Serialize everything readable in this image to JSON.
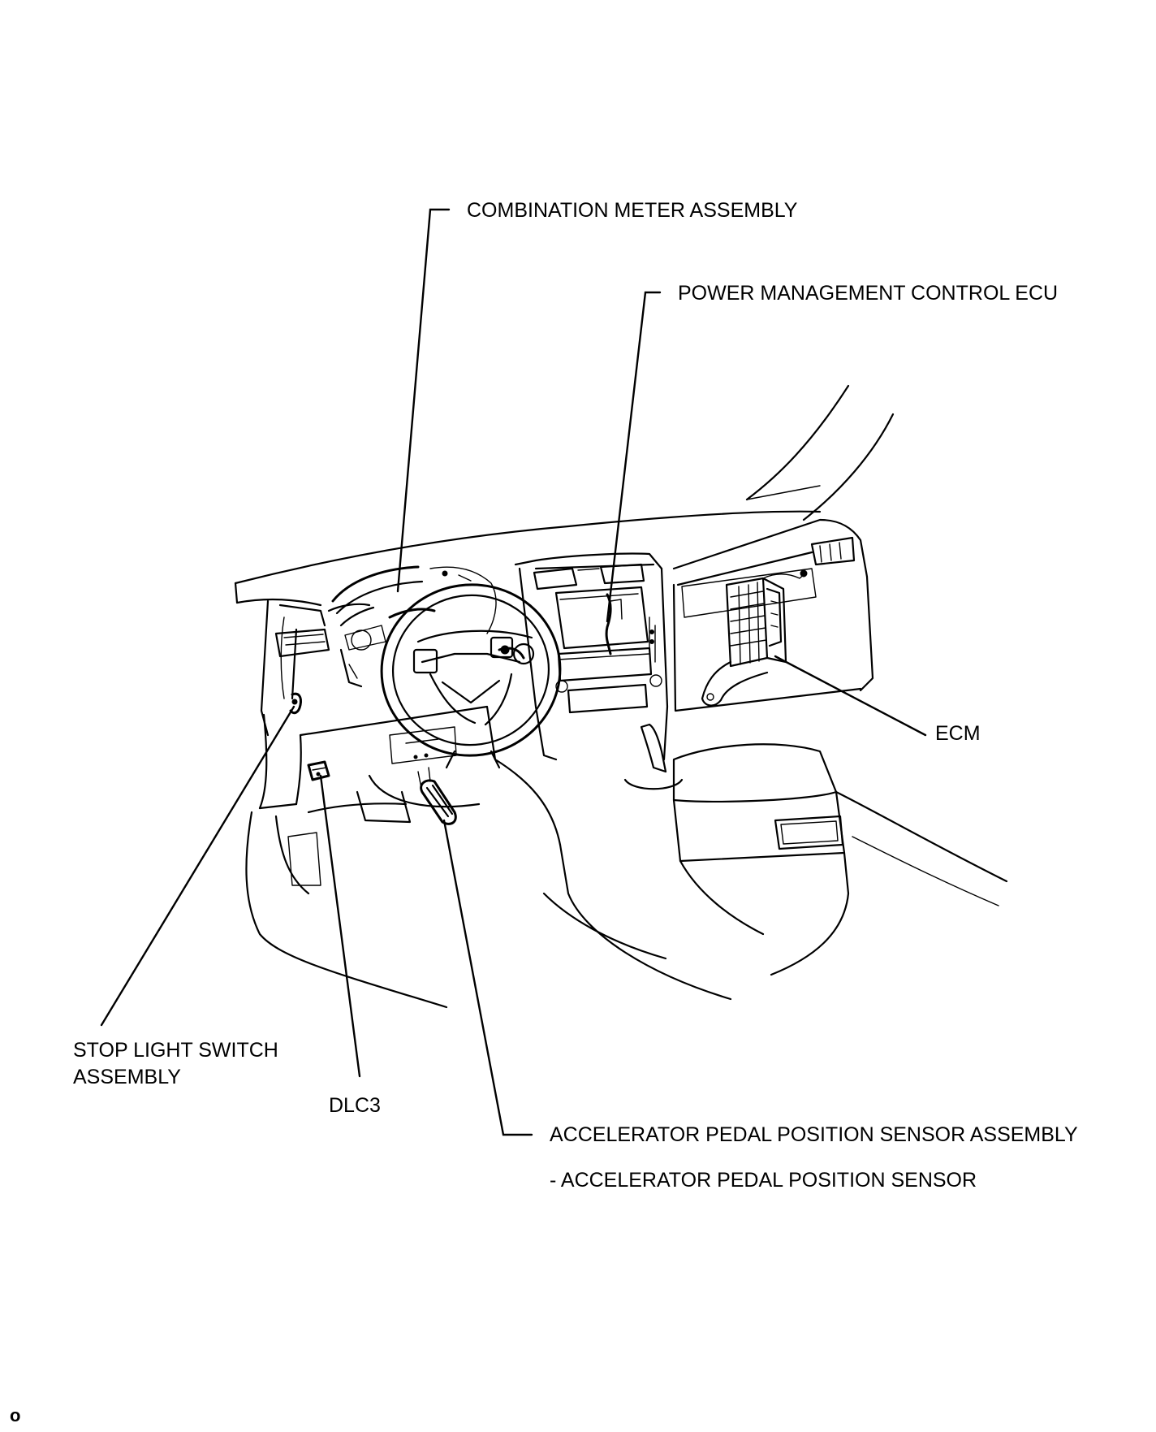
{
  "labels": {
    "combination_meter": "COMBINATION METER ASSEMBLY",
    "power_management": "POWER MANAGEMENT CONTROL ECU",
    "ecm": "ECM",
    "stop_light_line1": "STOP LIGHT SWITCH",
    "stop_light_line2": "ASSEMBLY",
    "dlc3": "DLC3",
    "accel_assembly": "ACCELERATOR PEDAL POSITION SENSOR ASSEMBLY",
    "accel_sensor": "- ACCELERATOR PEDAL POSITION SENSOR"
  },
  "footer": {
    "figure_mark": "o"
  }
}
